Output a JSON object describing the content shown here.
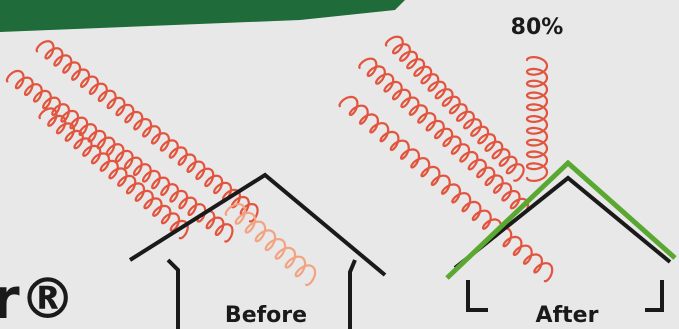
{
  "labels": {
    "reflect_percent": "80%",
    "before": "Before",
    "after": "After",
    "brand_partial": "r®"
  },
  "colors": {
    "background": "#e8e8e8",
    "banner": "#1f6b3a",
    "heat_wave": "#e2543d",
    "heat_wave_inside": "#f2a382",
    "house_outline": "#1a1a1a",
    "barrier": "#5aa832",
    "text": "#1a1a1a"
  },
  "icons": {
    "heat": "heat-wave-icon",
    "house": "house-icon",
    "barrier": "radiant-barrier-line"
  }
}
